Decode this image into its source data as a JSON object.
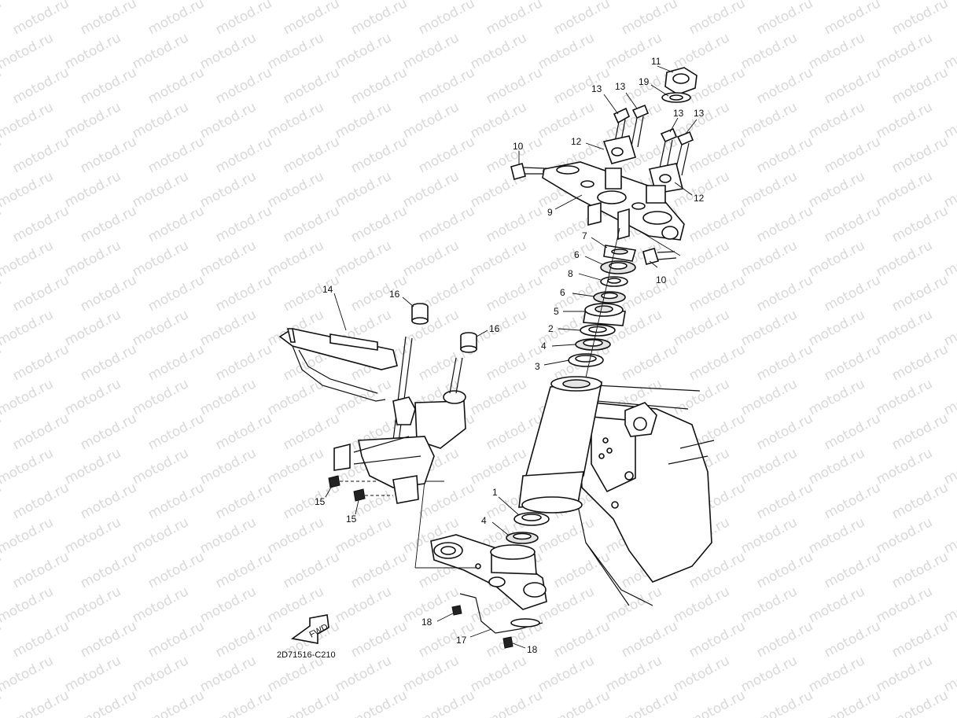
{
  "watermark": {
    "text": "motod.ru"
  },
  "diagram_code": "2D71516-C210",
  "fwd_label": "FWD",
  "callouts": [
    {
      "id": "c11",
      "label": "11"
    },
    {
      "id": "c19",
      "label": "19"
    },
    {
      "id": "c13a",
      "label": "13"
    },
    {
      "id": "c13b",
      "label": "13"
    },
    {
      "id": "c13c",
      "label": "13"
    },
    {
      "id": "c13d",
      "label": "13"
    },
    {
      "id": "c12a",
      "label": "12"
    },
    {
      "id": "c12b",
      "label": "12"
    },
    {
      "id": "c10a",
      "label": "10"
    },
    {
      "id": "c10b",
      "label": "10"
    },
    {
      "id": "c9",
      "label": "9"
    },
    {
      "id": "c7",
      "label": "7"
    },
    {
      "id": "c6a",
      "label": "6"
    },
    {
      "id": "c8",
      "label": "8"
    },
    {
      "id": "c6b",
      "label": "6"
    },
    {
      "id": "c5",
      "label": "5"
    },
    {
      "id": "c2",
      "label": "2"
    },
    {
      "id": "c4a",
      "label": "4"
    },
    {
      "id": "c3",
      "label": "3"
    },
    {
      "id": "c1",
      "label": "1"
    },
    {
      "id": "c4b",
      "label": "4"
    },
    {
      "id": "c14",
      "label": "14"
    },
    {
      "id": "c16a",
      "label": "16"
    },
    {
      "id": "c16b",
      "label": "16"
    },
    {
      "id": "c15a",
      "label": "15"
    },
    {
      "id": "c15b",
      "label": "15"
    },
    {
      "id": "c18a",
      "label": "18"
    },
    {
      "id": "c17",
      "label": "17"
    },
    {
      "id": "c18b",
      "label": "18"
    }
  ]
}
